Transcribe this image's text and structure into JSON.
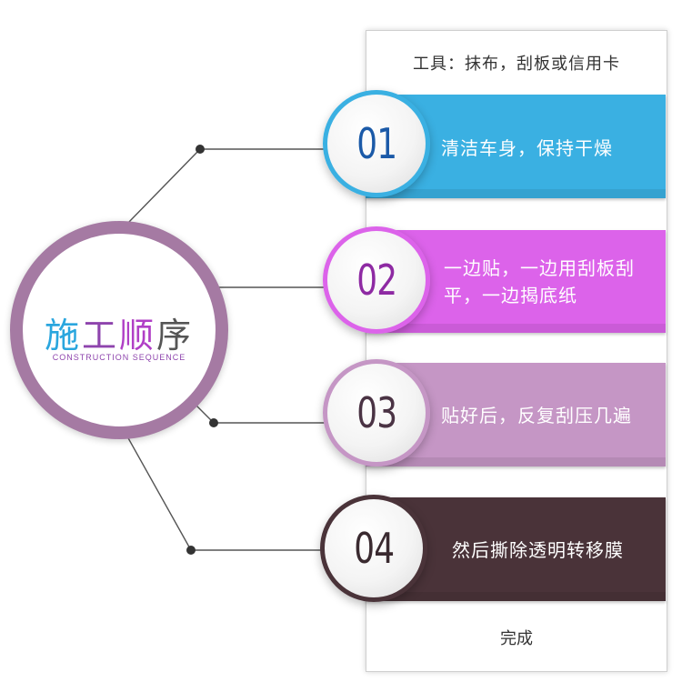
{
  "tools_text": "工具：抹布，刮板或信用卡",
  "done_text": "完成",
  "hub": {
    "chars": [
      "施",
      "工",
      "顺",
      "序"
    ],
    "char_colors": [
      "#2aa6de",
      "#8e44ad",
      "#b03fc6",
      "#555555"
    ],
    "subtitle": "CONSTRUCTION SEQUENCE",
    "ring_color": "#a57aa3"
  },
  "steps": [
    {
      "num": "01",
      "text": "清洁车身，保持干燥",
      "color": "#3ab0e2",
      "num_color": "#1b5aa8"
    },
    {
      "num": "02",
      "text": "一边贴，一边用刮板刮平，一边揭底纸",
      "color": "#dc63ea",
      "num_color": "#8e2aa3"
    },
    {
      "num": "03",
      "text": "贴好后，反复刮压几遍",
      "color": "#c596c5",
      "num_color": "#4a3344"
    },
    {
      "num": "04",
      "text": "然后撕除透明转移膜",
      "color": "#4a3339",
      "num_color": "#3a2a30"
    }
  ]
}
